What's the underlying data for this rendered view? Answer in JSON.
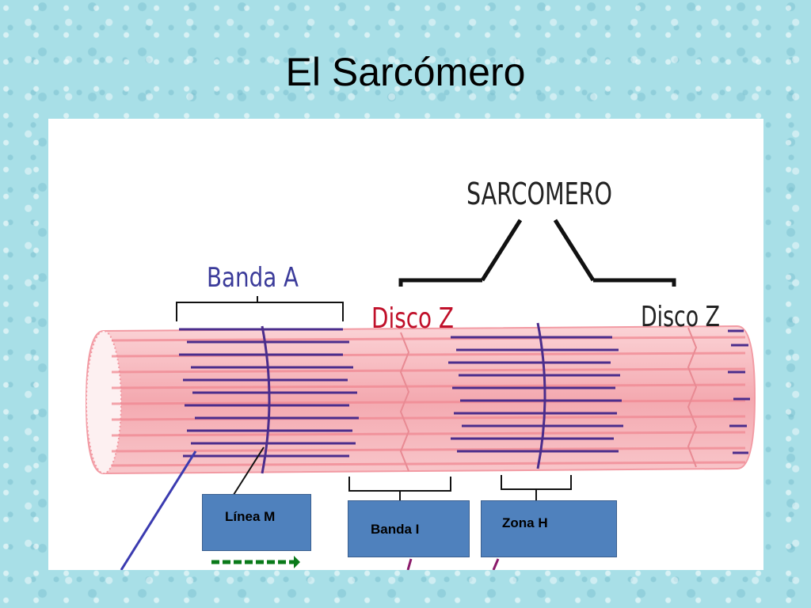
{
  "slide": {
    "title": "El Sarcómero"
  },
  "diagram": {
    "labels": {
      "sarcomero": "SARCOMERO",
      "banda_a": "Banda A",
      "disco_z_left": "Disco Z",
      "disco_z_right": "Disco Z"
    },
    "boxes": {
      "linea_m": "Línea M",
      "banda_i": "Banda I",
      "zona_h": "Zona H"
    },
    "colors": {
      "fiber_fill": "#f7b8bd",
      "filament": "#4b2d8c",
      "box_fill": "#4f81bd",
      "label_blue": "#3b3b9a",
      "label_red": "#c0102a",
      "arrow_green": "#0a7a1a"
    }
  }
}
